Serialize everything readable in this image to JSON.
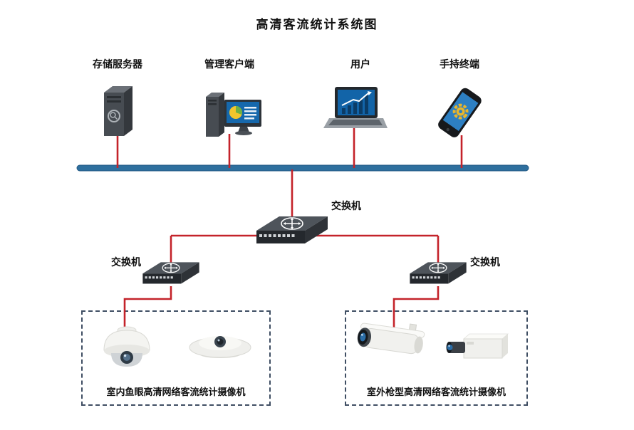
{
  "title": "高清客流统计系统图",
  "top_devices": [
    {
      "id": "storage-server",
      "label": "存储服务器"
    },
    {
      "id": "management-client",
      "label": "管理客户端"
    },
    {
      "id": "user",
      "label": "用户"
    },
    {
      "id": "handheld-terminal",
      "label": "手持终端"
    }
  ],
  "switches": {
    "core": {
      "label": "交换机"
    },
    "left": {
      "label": "交换机"
    },
    "right": {
      "label": "交换机"
    }
  },
  "camera_groups": {
    "indoor": {
      "caption": "室内鱼眼高清网络客流统计摄像机",
      "cameras": [
        "indoor-dome-fisheye-camera",
        "indoor-ceiling-fisheye-camera"
      ]
    },
    "outdoor": {
      "caption": "室外枪型高清网络客流统计摄像机",
      "cameras": [
        "outdoor-bullet-camera",
        "outdoor-box-camera"
      ]
    }
  },
  "colors": {
    "bus_line": "#2e6f9e",
    "connection_line": "#c4232a",
    "group_border": "#3f4e63",
    "background": "#ffffff"
  }
}
